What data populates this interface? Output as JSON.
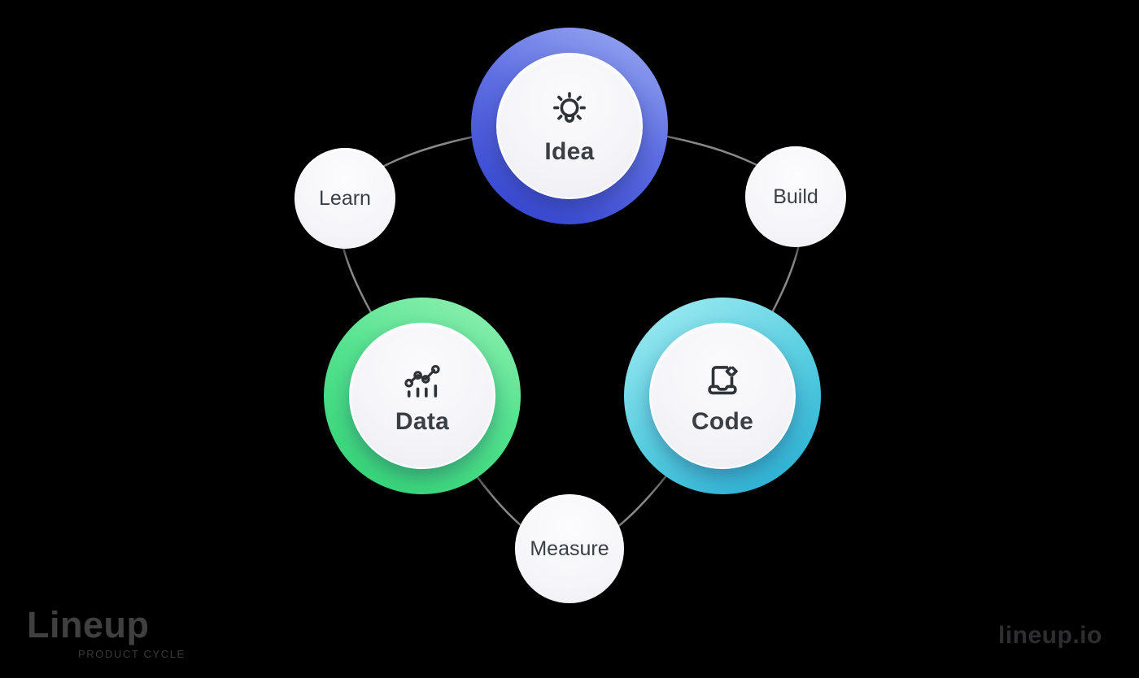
{
  "diagram": {
    "title_concept": "Idea-Build-Code-Measure-Data-Learn cycle",
    "background_color": "#000000",
    "connector_color": "#8a8a8a",
    "label_color": "#3a3f46",
    "nodes": {
      "idea": {
        "label": "Idea",
        "icon": "lightbulb-icon",
        "ring_light": "#97a7f1",
        "ring_dark": "#3242cf"
      },
      "build": {
        "label": "Build",
        "icon": null,
        "fill": "#f6f6fa"
      },
      "code": {
        "label": "Code",
        "icon": "laptop-code-icon",
        "ring_light": "#9febf2",
        "ring_dark": "#27add2"
      },
      "measure": {
        "label": "Measure",
        "icon": null,
        "fill": "#f6f6fa"
      },
      "data": {
        "label": "Data",
        "icon": "chart-dots-icon",
        "ring_light": "#8ff0b0",
        "ring_dark": "#33d276"
      },
      "learn": {
        "label": "Learn",
        "icon": null,
        "fill": "#f6f6fa"
      }
    }
  },
  "watermark_left": {
    "wordmark": "Lineup",
    "tagline": "PRODUCT CYCLE"
  },
  "watermark_right": {
    "text": "lineup.io"
  }
}
